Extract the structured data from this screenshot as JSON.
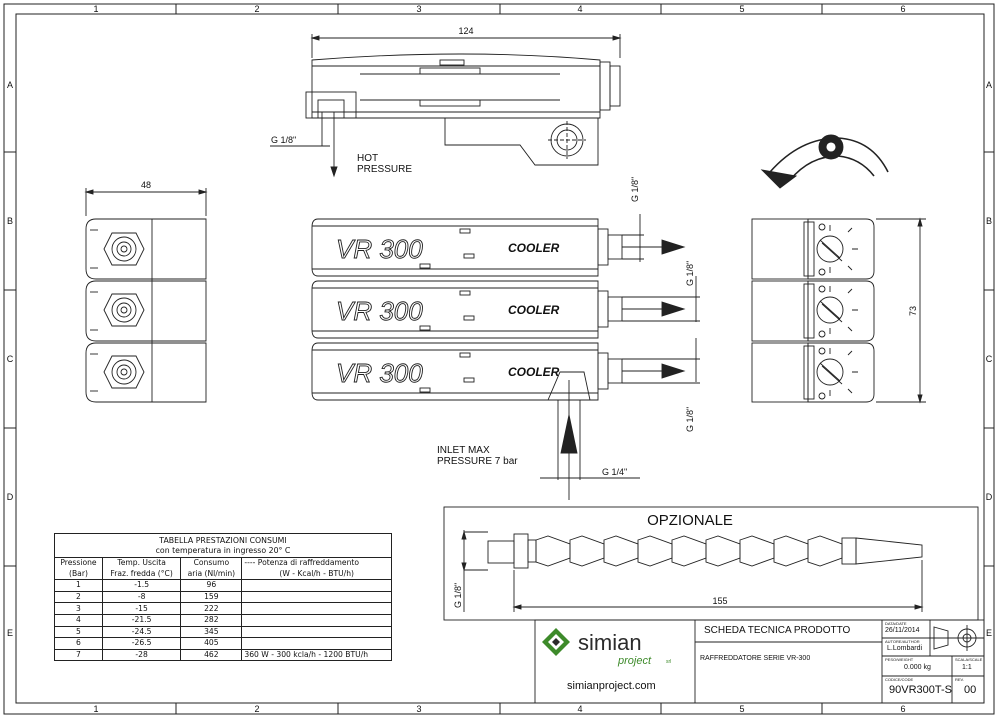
{
  "grid": {
    "columns": [
      "1",
      "2",
      "3",
      "4",
      "5",
      "6"
    ],
    "rows": [
      "A",
      "B",
      "C",
      "D",
      "E"
    ]
  },
  "dimensions": {
    "top_length": "124",
    "left_width": "48",
    "right_height": "73",
    "optional_length": "155",
    "thread_top": "G 1/8\"",
    "thread_outlet_1": "G 1/8\"",
    "thread_outlet_2": "G 1/8\"",
    "thread_outlet_3": "G 1/8\"",
    "thread_inlet": "G 1/4\"",
    "thread_optional": "G 1/8\""
  },
  "labels": {
    "hot_pressure_1": "HOT",
    "hot_pressure_2": "PRESSURE",
    "inlet_1": "INLET MAX",
    "inlet_2": "PRESSURE 7 bar",
    "optional": "OPZIONALE",
    "unit_model": "VR 300",
    "unit_tag": "COOLER"
  },
  "table": {
    "title_1": "TABELLA PRESTAZIONI CONSUMI",
    "title_2": "con temperatura in ingresso 20° C",
    "headers": [
      [
        "Pressione",
        "Temp. Uscita",
        "Consumo",
        "----  Potenza di raffreddamento"
      ],
      [
        "(Bar)",
        "Fraz. fredda (°C)",
        "aria (Nl/min)",
        "(W - Kcal/h - BTU/h)"
      ]
    ],
    "rows": [
      [
        "1",
        "-1.5",
        "96",
        ""
      ],
      [
        "2",
        "-8",
        "159",
        ""
      ],
      [
        "3",
        "-15",
        "222",
        ""
      ],
      [
        "4",
        "-21.5",
        "282",
        ""
      ],
      [
        "5",
        "-24.5",
        "345",
        ""
      ],
      [
        "6",
        "-26.5",
        "405",
        ""
      ],
      [
        "7",
        "-28",
        "462",
        "360 W - 300 kcla/h - 1200 BTU/h"
      ]
    ]
  },
  "title_block": {
    "logo_text": "simian",
    "logo_sub": "project",
    "logo_srl": "srl",
    "website": "simianproject.com",
    "sheet_title": "SCHEDA TECNICA PRODOTTO",
    "description": "RAFFREDDATORE SERIE VR-300",
    "date_label": "DATA/DATE",
    "date": "26/11/2014",
    "author_label": "AUTORE/AUTHOR",
    "author": "L.Lombardi",
    "weight_label": "PESO/WEIGHT",
    "weight": "0.000 kg",
    "scale_label": "SCALA/SCALE",
    "scale": "1:1",
    "code_label": "CODICE/CODE",
    "code": "90VR300T-S",
    "rev_label": "REV.",
    "rev": "00"
  },
  "colors": {
    "line": "#222222",
    "green": "#3d8a2a",
    "dark": "#2b2b2b"
  }
}
